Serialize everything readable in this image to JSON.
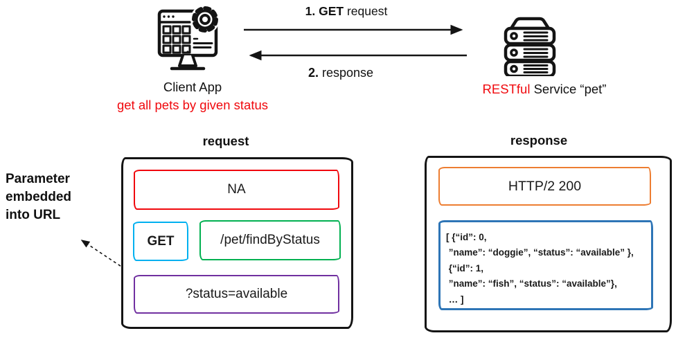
{
  "colors": {
    "red": "#f0080d",
    "light_blue": "#00b0f0",
    "green": "#00b050",
    "purple": "#7030a0",
    "orange": "#ed7d31",
    "blue": "#2e75b6",
    "black": "#141414"
  },
  "top": {
    "client_label": "Client App",
    "client_caption": "get all pets by given status",
    "service_brand": "RESTful",
    "service_rest": " Service “pet”",
    "arrow_request_bold": "1. GET",
    "arrow_request_rest": " request",
    "arrow_response_bold": "2.",
    "arrow_response_rest": " response"
  },
  "annotation": {
    "text": "Parameter embedded into URL"
  },
  "request_panel": {
    "title": "request",
    "headers_value": "NA",
    "method": "GET",
    "path": "/pet/findByStatus",
    "query": "?status=available"
  },
  "response_panel": {
    "title": "response",
    "status_line": "HTTP/2 200",
    "body_lines": [
      "[ {“id”: 0,",
      " ”name”: “doggie”, “status”: “available” },",
      " {“id”: 1,",
      " ”name”: “fish”, “status”: “available”},",
      " … ]"
    ]
  }
}
